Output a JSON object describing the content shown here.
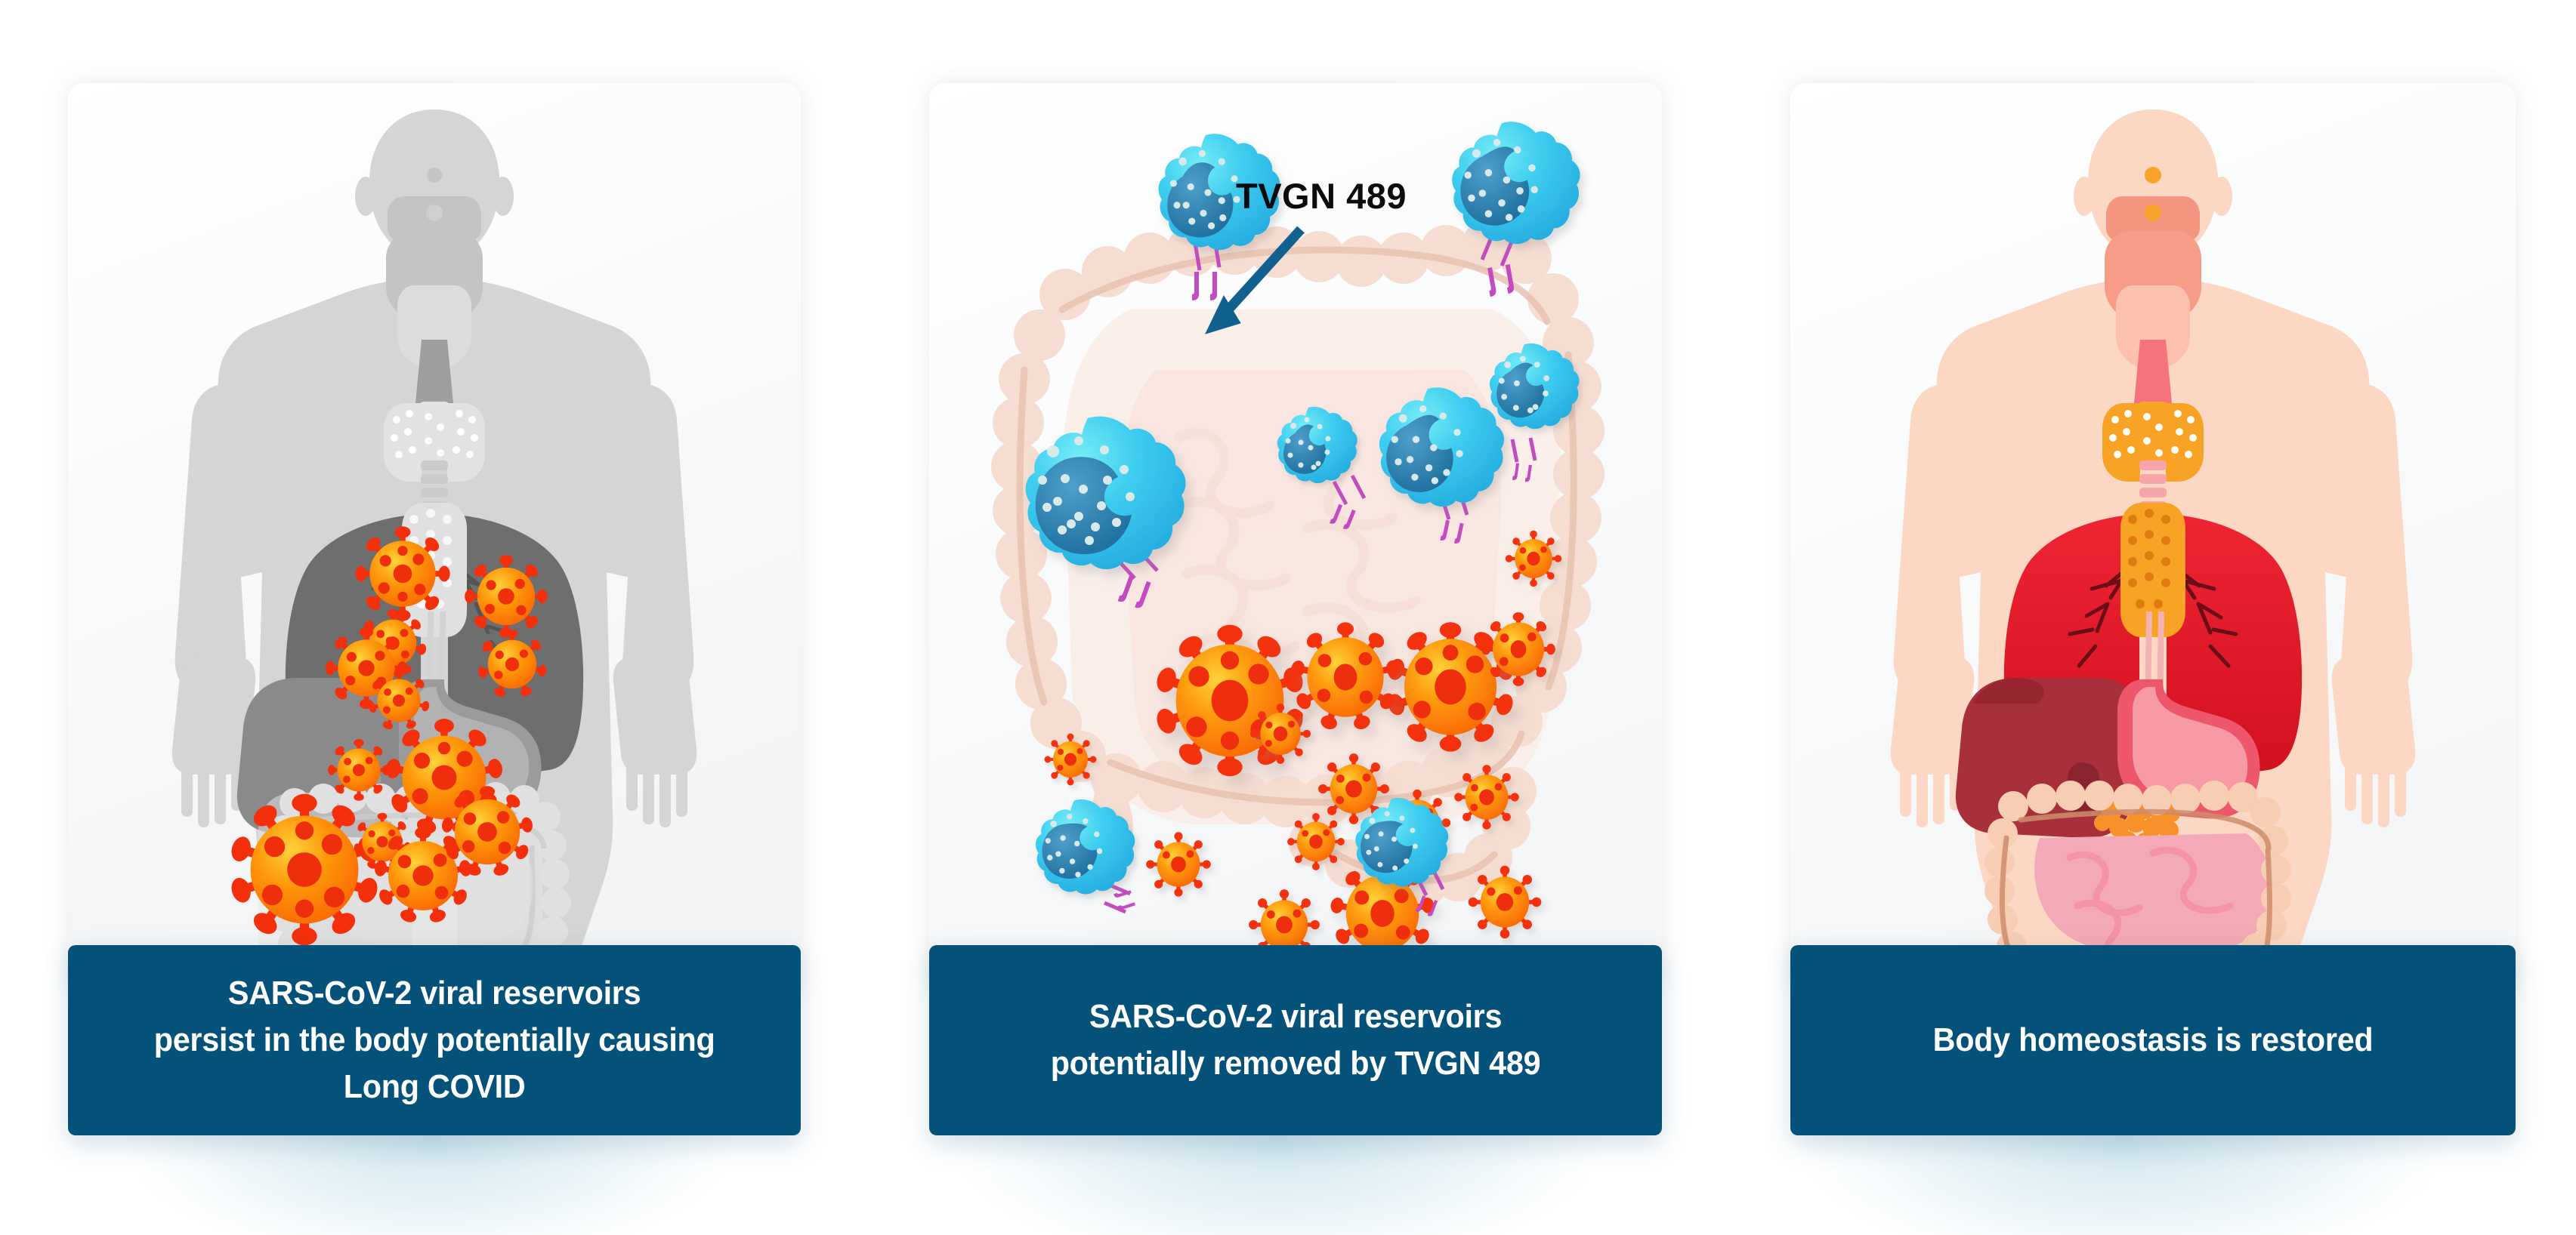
{
  "figure": {
    "title": "TVGN 489 mechanism of action - three stage infographic",
    "background_color": "#ffffff",
    "caption_bar_color": "#04527a",
    "caption_text_color": "#ffffff",
    "card_background": "#ffffff",
    "glow_color": "#c4e0ea"
  },
  "panels": [
    {
      "id": "panel-persist",
      "caption": "SARS-CoV-2 viral reservoirs\npersist in the body potentially causing\nLong COVID",
      "art": {
        "name": "grayscale-human-body-with-virus",
        "body_fill": "#d4d4d4",
        "lung_fill": "#6e6e6e",
        "liver_fill": "#8a8a8a",
        "stomach_fill": "#9b9b9b",
        "intestine_fill": "#e3e3e3",
        "virus_core": "#ff7a00",
        "virus_spike": "#f4300c",
        "virus_count": 12
      }
    },
    {
      "id": "panel-removed",
      "caption": "SARS-CoV-2 viral reservoirs\npotentially removed by TVGN 489",
      "annotation": {
        "label": "TVGN 489",
        "arrow_color": "#10618f",
        "label_color": "#0b0c0e"
      },
      "art": {
        "name": "tcells-attacking-virus-in-gut",
        "gut_fill": "#f7e0d8",
        "tcell_fill": "#3ec8ee",
        "tcell_nucleus": "#2d7fa8",
        "tcell_receptor": "#c24bbf",
        "virus_core": "#ff7a00",
        "virus_spike": "#f4300c",
        "tcell_count": 9,
        "virus_count": 14
      }
    },
    {
      "id": "panel-restored",
      "caption": "Body homeostasis is restored",
      "art": {
        "name": "healthy-human-body-organs",
        "body_fill": "#fbd9c6",
        "lung_fill": "#e0192a",
        "liver_fill": "#a8303c",
        "stomach_fill": "#f4838f",
        "thyroid_fill": "#f8a325",
        "intestine_fill": "#f6cbb4",
        "small_intestine_fill": "#f4a9b6"
      }
    }
  ]
}
